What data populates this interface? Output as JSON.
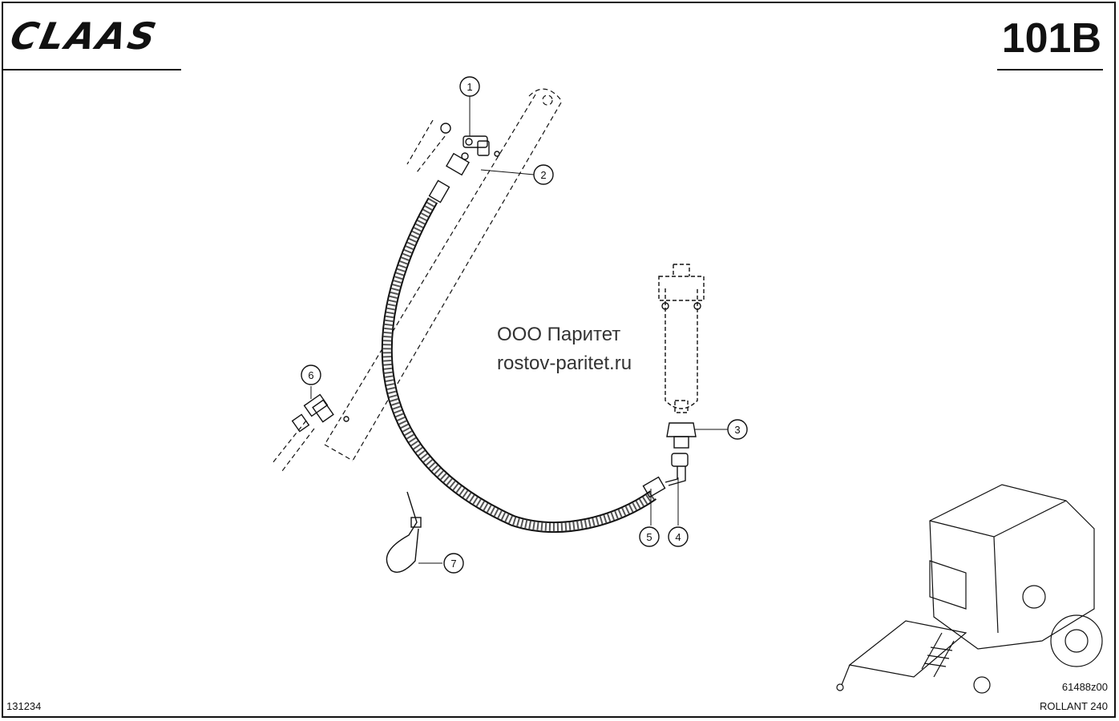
{
  "header": {
    "brand": "CLAAS",
    "sheet_number": "101B"
  },
  "watermark": {
    "line1": "ООО Паритет",
    "line2": "rostov-paritet.ru"
  },
  "footer": {
    "document_number": "131234",
    "figure_number": "61488z00",
    "model": "ROLLANT 240"
  },
  "callouts": [
    {
      "label": "1",
      "part": "tee-fitting"
    },
    {
      "label": "2",
      "part": "hose-nut"
    },
    {
      "label": "3",
      "part": "accumulator-adapter"
    },
    {
      "label": "4",
      "part": "elbow-fitting"
    },
    {
      "label": "5",
      "part": "hose-end"
    },
    {
      "label": "6",
      "part": "elbow-union"
    },
    {
      "label": "7",
      "part": "cable-tie"
    }
  ],
  "colors": {
    "line": "#111111",
    "paper": "#ffffff"
  }
}
